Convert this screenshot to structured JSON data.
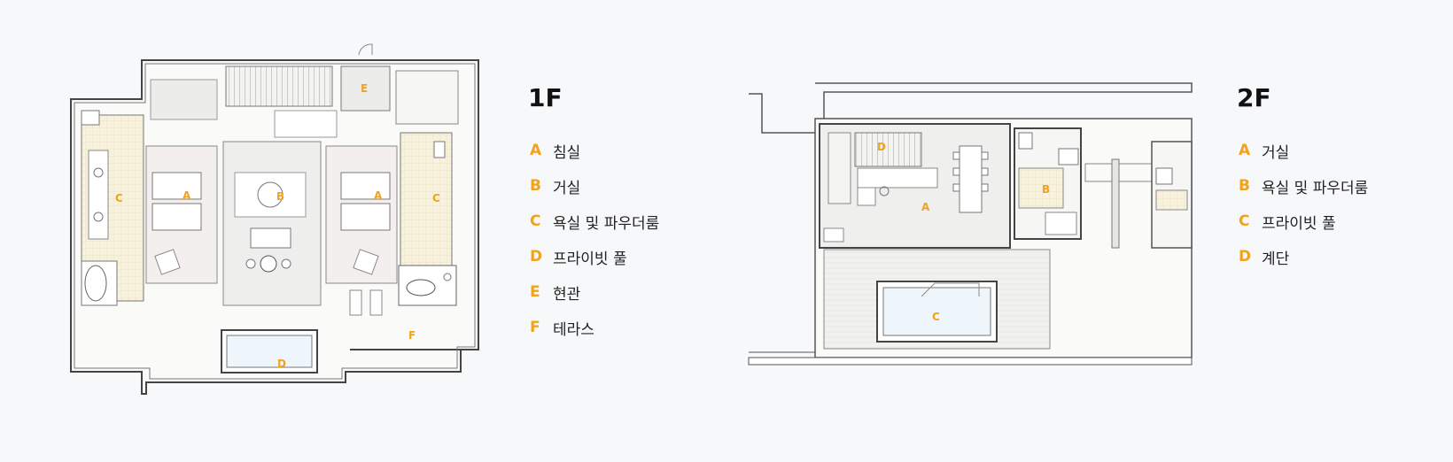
{
  "floor1": {
    "title": "1F",
    "legend": [
      {
        "letter": "A",
        "name": "침실"
      },
      {
        "letter": "B",
        "name": "거실"
      },
      {
        "letter": "C",
        "name": "욕실 및 파우더룸"
      },
      {
        "letter": "D",
        "name": "프라이빗 풀"
      },
      {
        "letter": "E",
        "name": "현관"
      },
      {
        "letter": "F",
        "name": "테라스"
      }
    ],
    "plan_labels": [
      "E",
      "C",
      "A",
      "B",
      "A",
      "C",
      "F",
      "D"
    ]
  },
  "floor2": {
    "title": "2F",
    "legend": [
      {
        "letter": "A",
        "name": "거실"
      },
      {
        "letter": "B",
        "name": "욕실 및 파우더룸"
      },
      {
        "letter": "C",
        "name": "프라이빗 풀"
      },
      {
        "letter": "D",
        "name": "계단"
      }
    ],
    "plan_labels": [
      "D",
      "A",
      "B",
      "C"
    ]
  },
  "colors": {
    "accent": "#f2a21b",
    "wall": "#555555",
    "floor": "#f0f0ee",
    "tile": "#f6f0dc",
    "pool": "#eef6fb"
  }
}
